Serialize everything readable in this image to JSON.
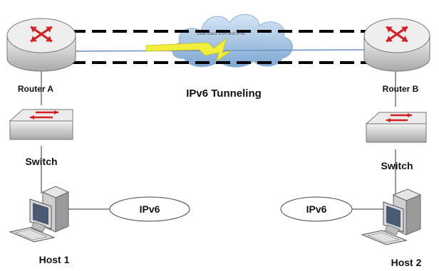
{
  "tunnel": {
    "label": "IPv6 Tunneling",
    "cloud_text": "Dual-stack IPv4 and IPv6"
  },
  "router_a": {
    "label": "Router A",
    "icon": "router-icon"
  },
  "router_b": {
    "label": "Router B",
    "icon": "router-icon"
  },
  "switch_a": {
    "label": "Switch",
    "icon": "switch-icon"
  },
  "switch_b": {
    "label": "Switch",
    "icon": "switch-icon"
  },
  "host_1": {
    "label": "Host 1",
    "icon": "desktop-computer-icon"
  },
  "host_2": {
    "label": "Host 2",
    "icon": "desktop-computer-icon"
  },
  "ipv6_left": {
    "label": "IPv6"
  },
  "ipv6_right": {
    "label": "IPv6"
  },
  "colors": {
    "router_arrows": "#d42020",
    "device_body": "#d8d8d8",
    "lightning": "#f2ee3c",
    "cloud": "#a8c8e6",
    "tunnel_line": "#6a8ec6"
  }
}
